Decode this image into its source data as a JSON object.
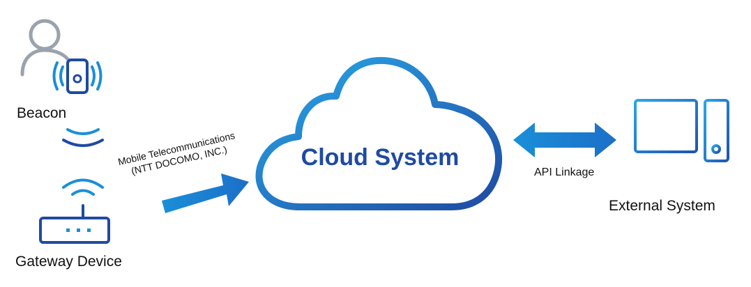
{
  "labels": {
    "beacon": "Beacon",
    "gateway": "Gateway Device",
    "cloud": "Cloud System",
    "external": "External System",
    "api": "API Linkage",
    "telecom_line1": "Mobile Telecommunications",
    "telecom_line2": "(NTT DOCOMO, INC.)"
  },
  "colors": {
    "accent_blue": "#1a8fd8",
    "dark_blue": "#1f4aa3",
    "cloud_text": "#1f4aa3",
    "person_gray": "#9aa3ad"
  },
  "icons": {
    "person": "person-icon",
    "beacon_device": "beacon-device-icon",
    "router": "router-icon",
    "cloud": "cloud-icon",
    "monitor": "monitor-icon",
    "tower": "pc-tower-icon"
  }
}
